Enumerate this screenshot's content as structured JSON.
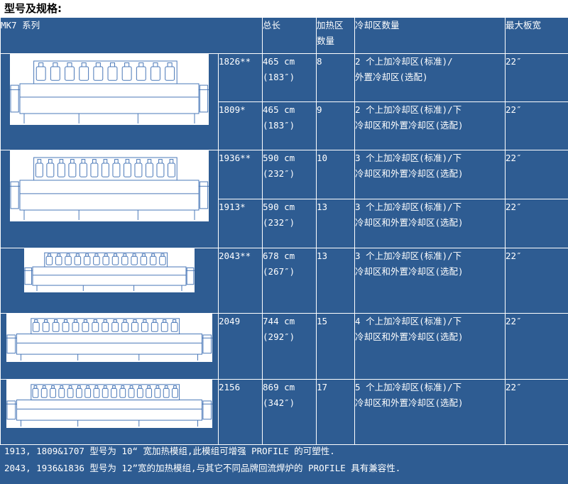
{
  "heading": "型号及规格:",
  "table": {
    "headers": {
      "series": "MK7 系列",
      "length": "总长",
      "heating_line1": "加热区",
      "heating_line2": "数量",
      "cooling": "冷却区数量",
      "max_width": "最大板宽"
    },
    "rows": [
      {
        "model": "1826**",
        "length_cm": "465 cm",
        "length_in": "(183″)",
        "heating": "8",
        "cooling_line1": "2 个上加冷却区(标准)/",
        "cooling_line2": "外置冷却区(选配)",
        "max_width": "22″"
      },
      {
        "model": "1809*",
        "length_cm": "465 cm",
        "length_in": "(183″)",
        "heating": "9",
        "cooling_line1": "2 个上加冷却区(标准)/下",
        "cooling_line2": "冷却区和外置冷却区(选配)",
        "max_width": "22″"
      },
      {
        "model": "1936**",
        "length_cm": "590 cm",
        "length_in": "(232″)",
        "heating": "10",
        "cooling_line1": "3 个上加冷却区(标准)/下",
        "cooling_line2": "冷却区和外置冷却区(选配)",
        "max_width": "22″"
      },
      {
        "model": "1913*",
        "length_cm": "590 cm",
        "length_in": "(232″)",
        "heating": "13",
        "cooling_line1": "3 个上加冷却区(标准)/下",
        "cooling_line2": "冷却区和外置冷却区(选配)",
        "max_width": "22″"
      },
      {
        "model": "2043**",
        "length_cm": "678 cm",
        "length_in": "(267″)",
        "heating": "13",
        "cooling_line1": "3 个上加冷却区(标准)/下",
        "cooling_line2": "冷却区和外置冷却区(选配)",
        "max_width": "22″"
      },
      {
        "model": "2049",
        "length_cm": "744 cm",
        "length_in": "(292″)",
        "heating": "15",
        "cooling_line1": "4 个上加冷却区(标准)/下",
        "cooling_line2": "冷却区和外置冷却区(选配)",
        "max_width": "22″"
      },
      {
        "model": "2156",
        "length_cm": "869 cm",
        "length_in": "(342″)",
        "heating": "17",
        "cooling_line1": "5 个上加冷却区(标准)/下",
        "cooling_line2": "冷却区和外置冷却区(选配)",
        "max_width": "22″"
      }
    ]
  },
  "notes": [
    "1913, 1809&1707 型号为 10“ 宽加热模组,此模组可增强 PROFILE 的可塑性.",
    "2043, 1936&1836 型号为 12”宽的加热模组,与其它不同品牌回流焊炉的 PROFILE 具有兼容性."
  ],
  "colors": {
    "panel": "#2e5c92",
    "grid": "#ffffff",
    "text": "#ffffff",
    "heading": "#000000",
    "drawing_bg": "#ffffff",
    "drawing_line": "#4a78b8"
  }
}
